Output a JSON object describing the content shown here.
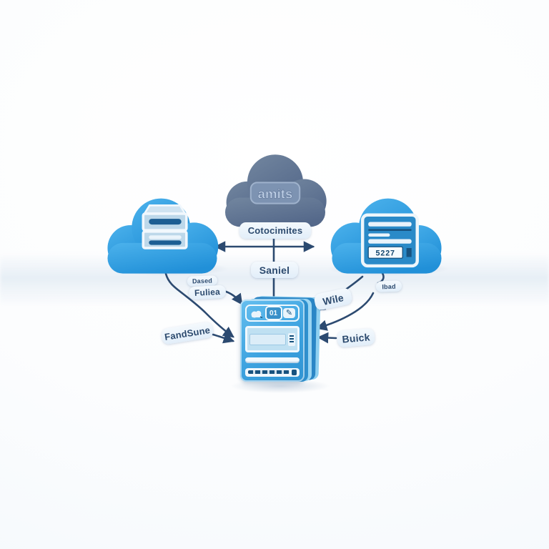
{
  "diagram": {
    "top_cloud": {
      "logo_text": "amits"
    },
    "right_cloud": {
      "panel_text": "5227"
    },
    "central_server": {
      "badge_text": "01"
    },
    "labels": {
      "connector_top": "Cotocimites",
      "connector_middle": "Saniel",
      "left_tag_small": "Dased",
      "left_tag": "Fuliea",
      "left_lower_tag": "FandSune",
      "right_tag": "Wile",
      "right_tag_small": "Ibad",
      "right_lower_tag": "Buick"
    },
    "colors": {
      "arrow": "#2c4a70",
      "label_background": "#e9f2fa",
      "label_text": "#2c4a6e",
      "cloud_blue": "#2f9ce2",
      "cloud_gray": "#5d7191",
      "server_blue": "#3fa9e2"
    }
  }
}
